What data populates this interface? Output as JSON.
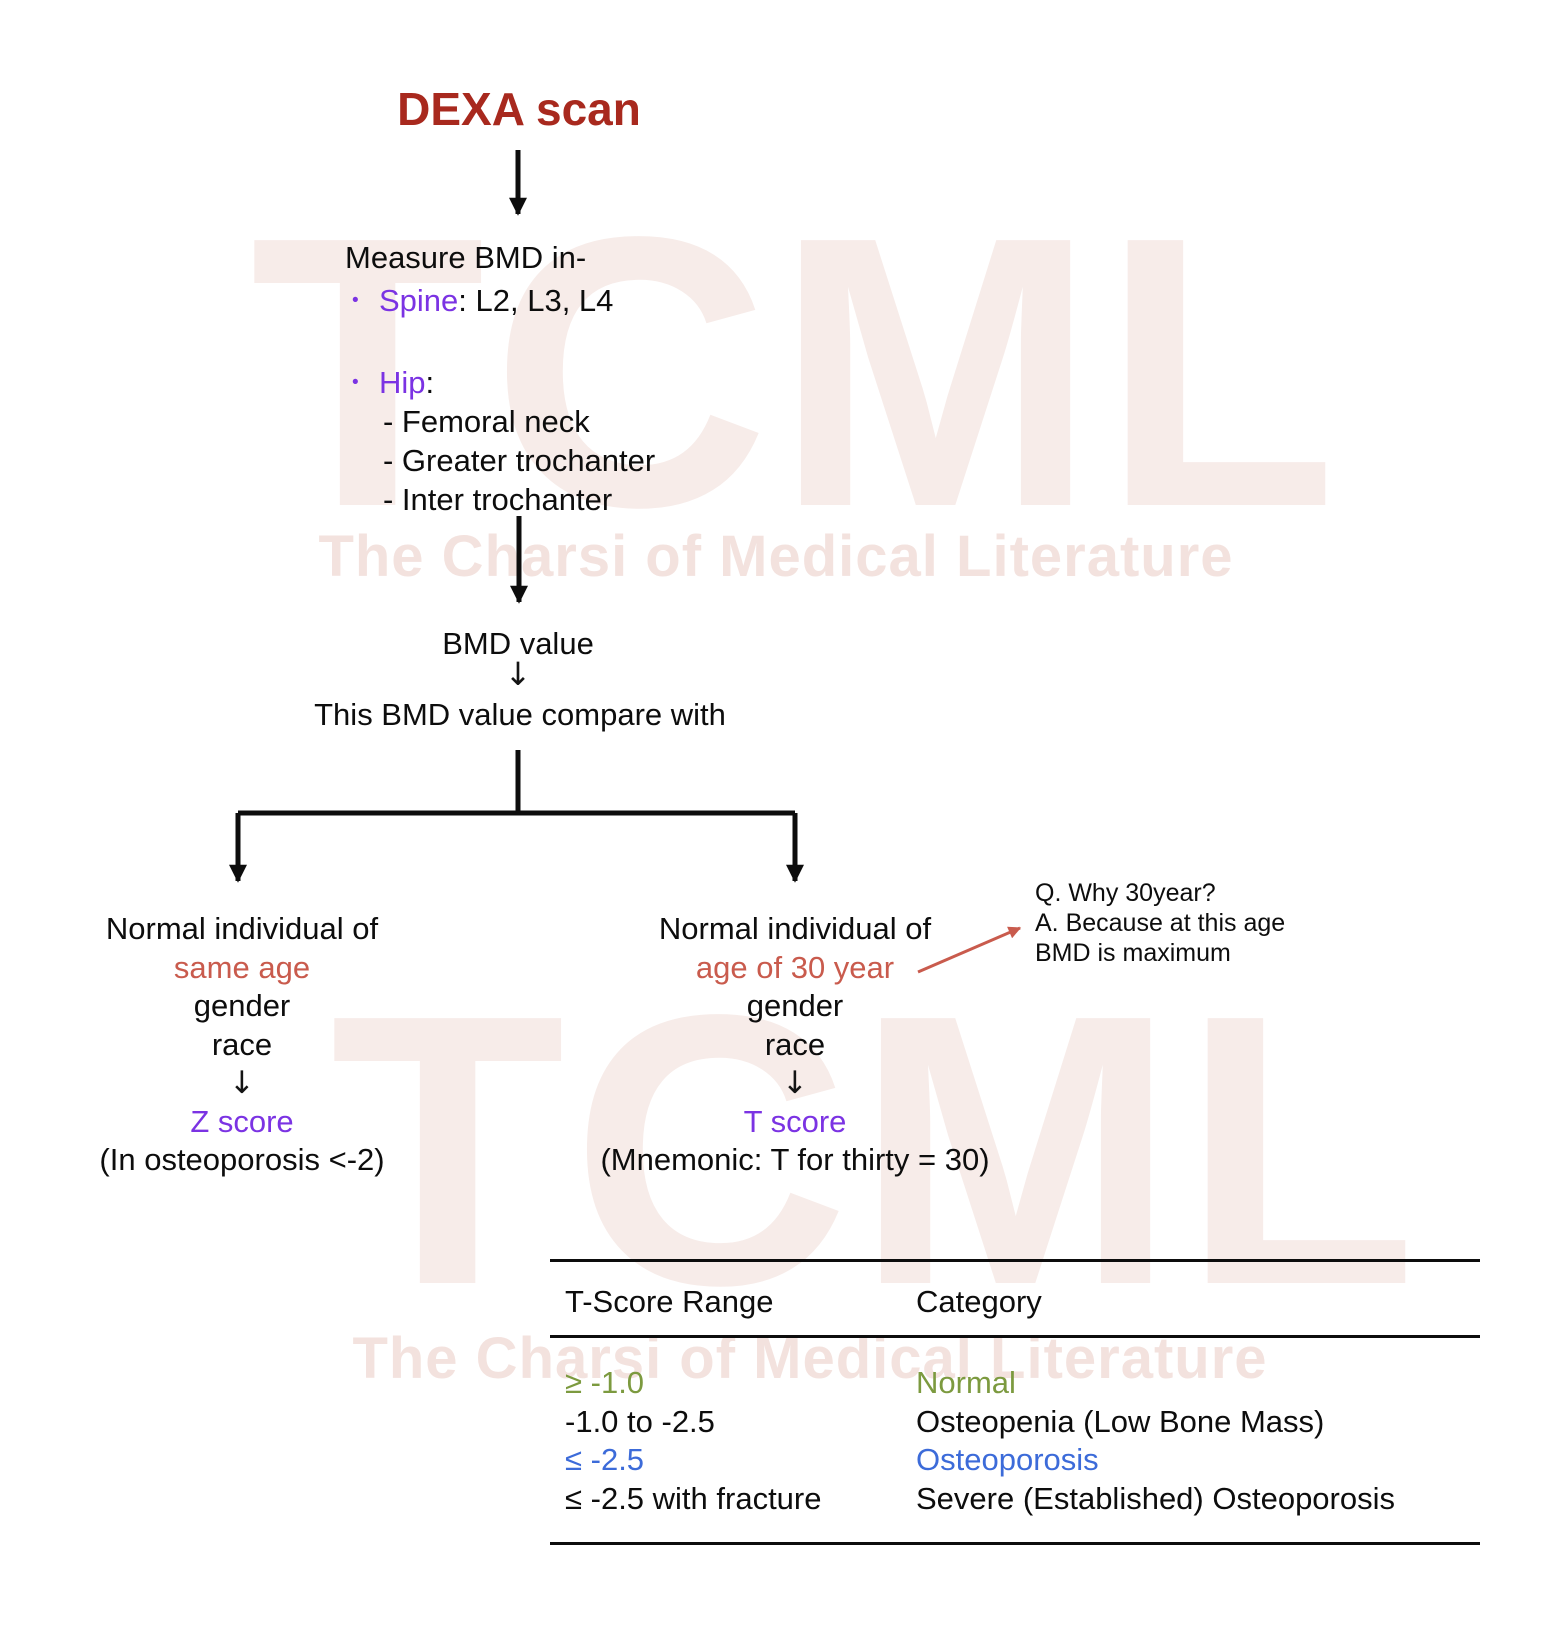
{
  "title": "DEXA scan",
  "measure": {
    "heading": "Measure BMD in-",
    "bullet_glyph": "•",
    "spine_label": "Spine",
    "spine_rest": ": L2, L3, L4",
    "hip_label": "Hip",
    "hip_colon": ":",
    "hip_items": [
      "- Femoral neck",
      "- Greater trochanter",
      "- Inter trochanter"
    ]
  },
  "flow": {
    "bmd_value": "BMD value",
    "down_arrow_glyph": "↓",
    "compare": "This BMD value compare with"
  },
  "left_branch": {
    "line1": "Normal individual of",
    "highlight": "same age",
    "line3": "gender",
    "line4": "race",
    "arrow_glyph": "↓",
    "score": "Z score",
    "note": "(In osteoporosis <-2)"
  },
  "right_branch": {
    "line1": "Normal individual of",
    "highlight": "age of 30 year",
    "line3": "gender",
    "line4": "race",
    "arrow_glyph": "↓",
    "score": "T score",
    "note": "(Mnemonic: T for thirty = 30)"
  },
  "annotation": {
    "q": "Q. Why 30year?",
    "a1": "A. Because at this age",
    "a2": "BMD is maximum"
  },
  "table": {
    "headers": [
      "T-Score Range",
      "Category"
    ],
    "rows": [
      {
        "range": "≥ -1.0",
        "category": "Normal",
        "color": "green"
      },
      {
        "range": "-1.0 to -2.5",
        "category": "Osteopenia (Low Bone Mass)",
        "color": "ink"
      },
      {
        "range": "≤ -2.5",
        "category": "Osteoporosis",
        "color": "blue"
      },
      {
        "range": "≤ -2.5 with fracture",
        "category": "Severe (Established) Osteoporosis",
        "color": "ink"
      }
    ]
  },
  "watermark": {
    "logo": "TCML",
    "tagline": "The Charsi of Medical Literature"
  },
  "colors": {
    "title_red": "#A8291E",
    "purple": "#7B33E3",
    "salmon": "#C95B4D",
    "green": "#7C9A3F",
    "blue": "#3C6BD9",
    "ink": "#0d0d0d",
    "watermark_pink": "#F7ECE9",
    "watermark_pink_dark": "#F3E2DE"
  }
}
